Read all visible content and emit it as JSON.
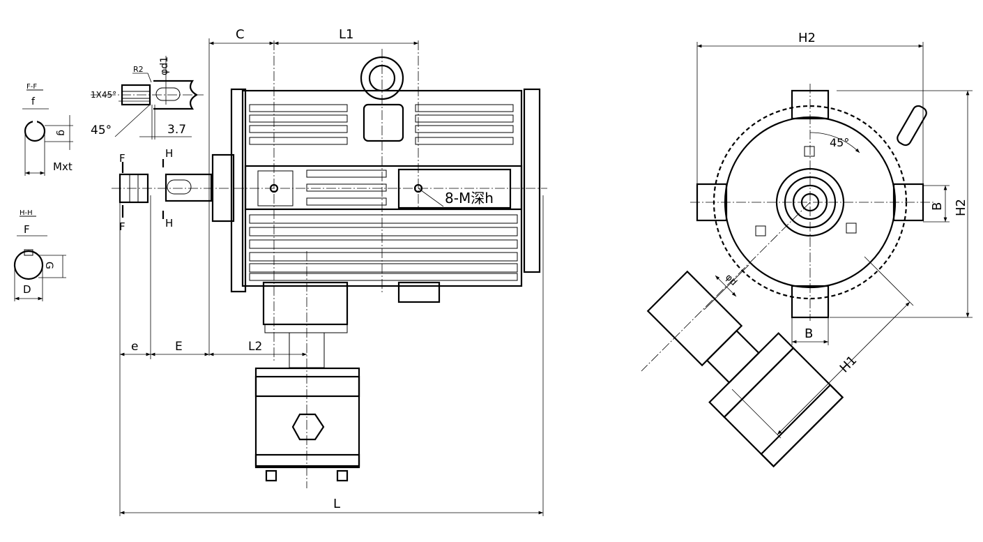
{
  "drawing": {
    "section_ff": {
      "title": "F-F",
      "f": "f",
      "g": "g",
      "mxt": "Mxt"
    },
    "section_hh": {
      "title": "H-H",
      "F": "F",
      "G": "G",
      "D": "D"
    },
    "shaft_detail": {
      "r2": "R2",
      "d1": "φd1",
      "chamfer": "1X45°",
      "angle": "45°",
      "length": "3.7"
    },
    "section_marks": {
      "f_top": "F",
      "f_bottom": "F",
      "h_top": "H",
      "h_bottom": "H"
    },
    "front_view": {
      "c": "C",
      "l1": "L1",
      "holes": "8-M深h",
      "e_small": "e",
      "e_big": "E",
      "l2": "L2",
      "l": "L"
    },
    "side_view": {
      "h2_top": "H2",
      "h2_right": "H2",
      "angle": "45°",
      "b_right": "B",
      "b_bottom": "B",
      "h1": "H1",
      "phi_d": "φd"
    }
  }
}
